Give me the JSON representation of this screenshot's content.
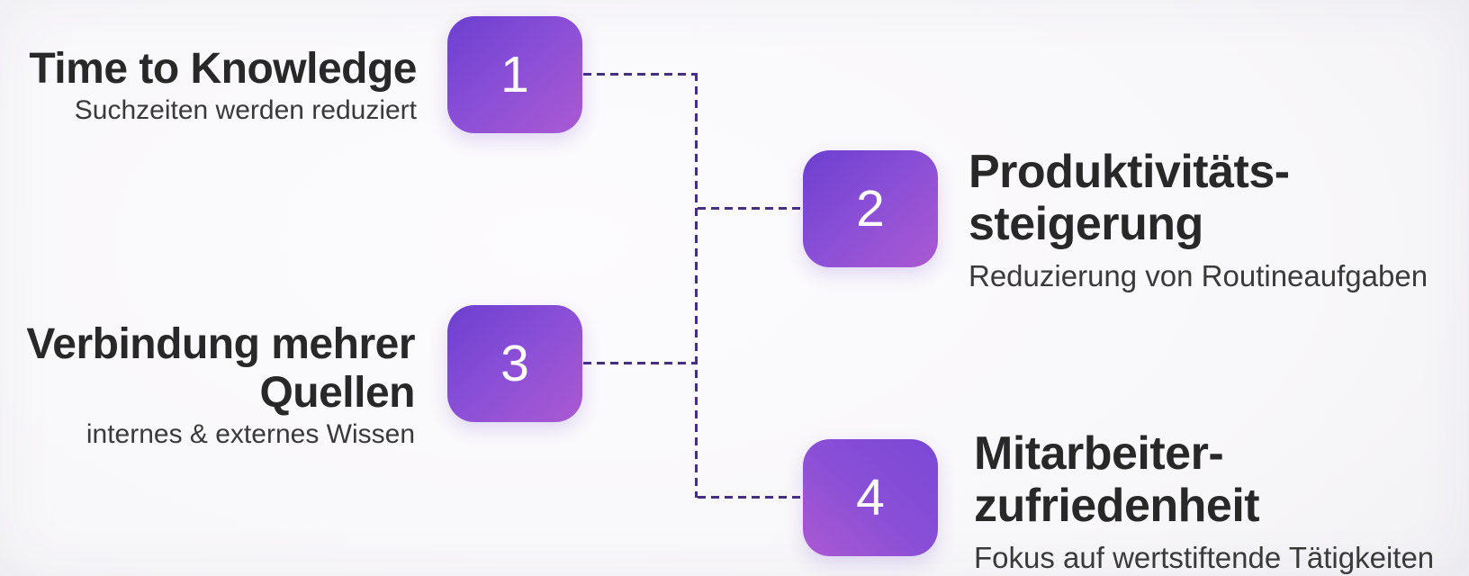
{
  "diagram": {
    "nodes": [
      {
        "number": "1",
        "title_lines": [
          "Time to Knowledge"
        ],
        "subtitle": "Suchzeiten werden reduziert",
        "side": "left"
      },
      {
        "number": "2",
        "title_lines": [
          "Produktivitäts-",
          "steigerung"
        ],
        "subtitle": "Reduzierung von Routineaufgaben",
        "side": "right"
      },
      {
        "number": "3",
        "title_lines": [
          "Verbindung mehrer",
          "Quellen"
        ],
        "subtitle": "internes & externes Wissen",
        "side": "left"
      },
      {
        "number": "4",
        "title_lines": [
          "Mitarbeiter-",
          "zufriedenheit"
        ],
        "subtitle": "Fokus auf wertstiftende Tätigkeiten",
        "side": "right"
      }
    ],
    "colors": {
      "box_gradient_start": "#6c3fd0",
      "box_gradient_mid": "#8a4fd6",
      "box_gradient_end": "#ab59d2",
      "connector": "#44307f",
      "number_text": "#ffffff",
      "title_text": "#282828",
      "subtitle_text": "#3a3a3a",
      "background": "#f8f7f9"
    }
  }
}
